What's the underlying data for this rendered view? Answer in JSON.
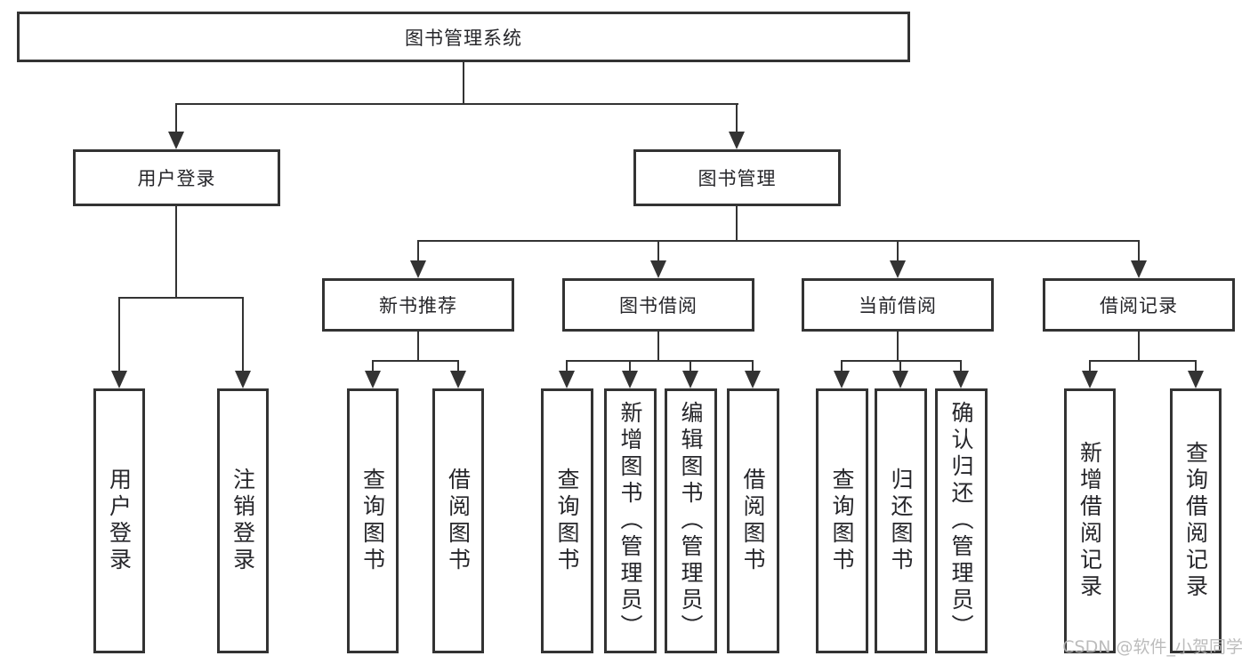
{
  "tree": {
    "label": "图书管理系统",
    "children": [
      {
        "label": "用户登录",
        "children": [
          {
            "label": "用户登录"
          },
          {
            "label": "注销登录"
          }
        ]
      },
      {
        "label": "图书管理",
        "children": [
          {
            "label": "新书推荐",
            "children": [
              {
                "label": "查询图书"
              },
              {
                "label": "借阅图书"
              }
            ]
          },
          {
            "label": "图书借阅",
            "children": [
              {
                "label": "查询图书"
              },
              {
                "label": "新增图书（管理员）"
              },
              {
                "label": "编辑图书（管理员）"
              },
              {
                "label": "借阅图书"
              }
            ]
          },
          {
            "label": "当前借阅",
            "children": [
              {
                "label": "查询图书"
              },
              {
                "label": "归还图书"
              },
              {
                "label": "确认归还（管理员）"
              }
            ]
          },
          {
            "label": "借阅记录",
            "children": [
              {
                "label": "新增借阅记录"
              },
              {
                "label": "查询借阅记录"
              }
            ]
          }
        ]
      }
    ]
  },
  "watermark": "CSDN @软件_小贺同学",
  "colors": {
    "line": "#333333",
    "text": "#26262a",
    "watermark": "#b5b5b5",
    "background": "#ffffff"
  }
}
